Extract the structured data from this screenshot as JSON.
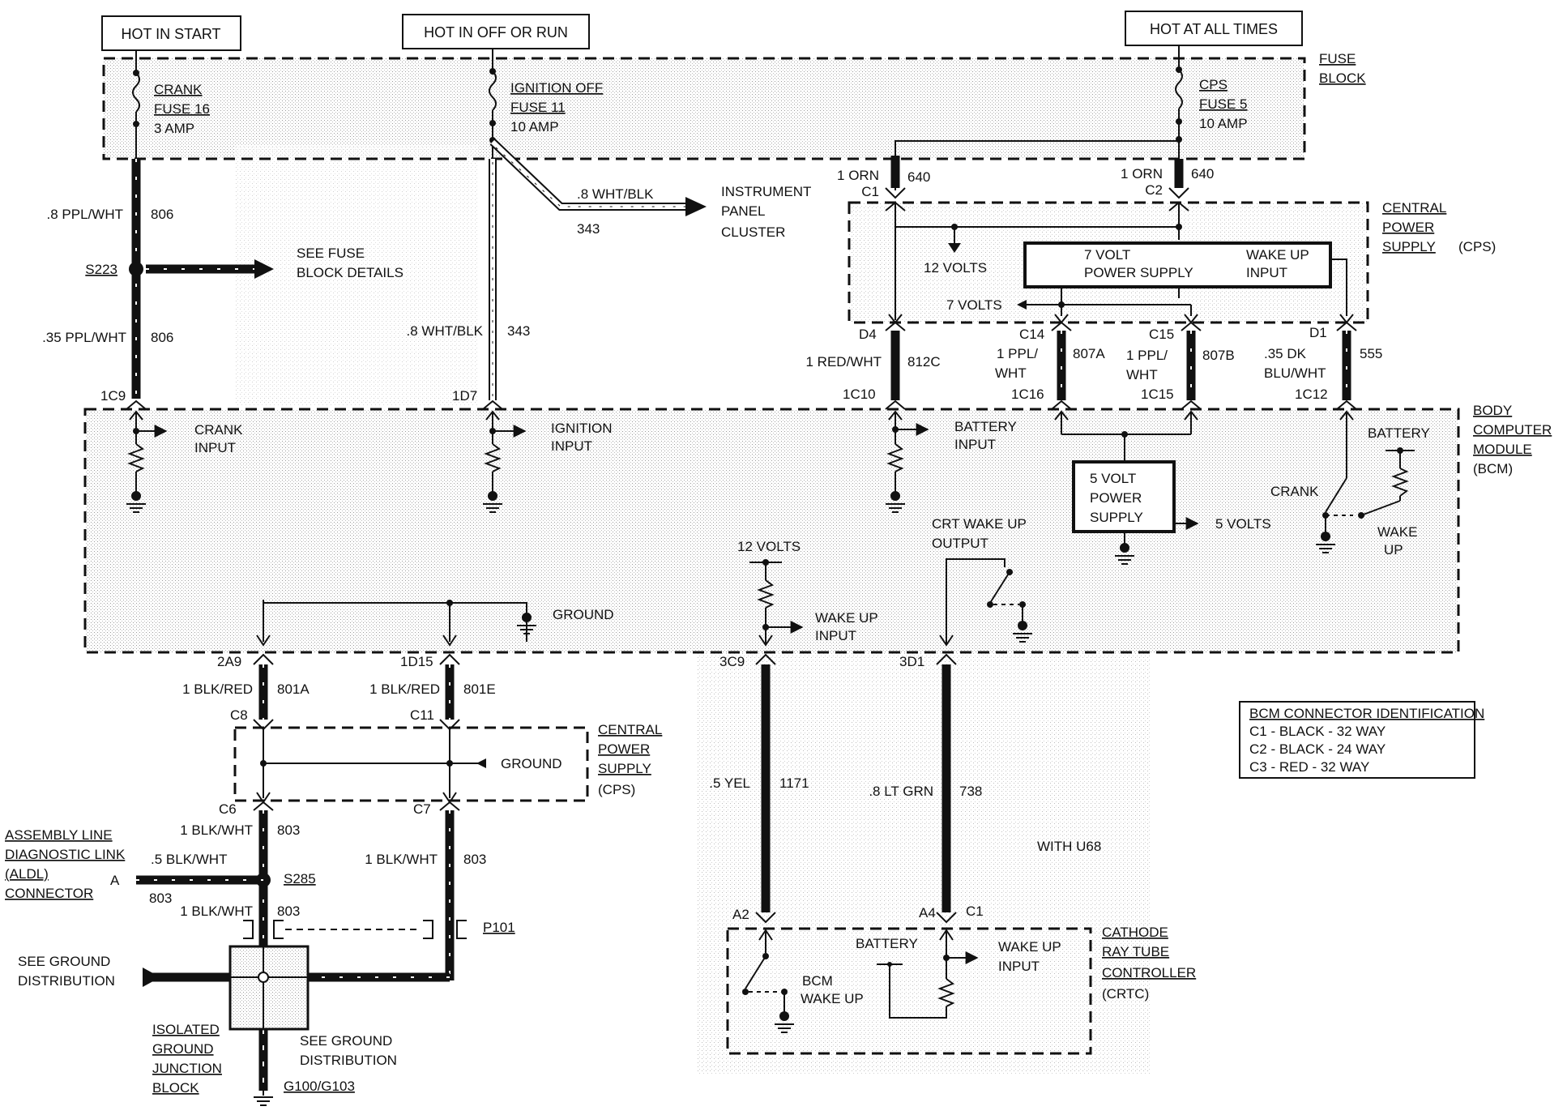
{
  "headers": {
    "hot_in_start": "HOT IN START",
    "hot_in_off_run": "HOT IN OFF OR RUN",
    "hot_at_all_times": "HOT AT ALL TIMES"
  },
  "fuse_block": {
    "title_1": "FUSE",
    "title_2": "BLOCK",
    "crank_1": "CRANK",
    "crank_2": "FUSE 16",
    "crank_3": "3 AMP",
    "ign_1": "IGNITION OFF",
    "ign_2": "FUSE 11",
    "ign_3": "10 AMP",
    "cps_1": "CPS",
    "cps_2": "FUSE 5",
    "cps_3": "10 AMP"
  },
  "wires": {
    "w806a_color": ".8 PPL/WHT",
    "w806a_num": "806",
    "s223": "S223",
    "see_fuse_1": "SEE FUSE",
    "see_fuse_2": "BLOCK DETAILS",
    "w806b_color": ".35 PPL/WHT",
    "w806b_num": "806",
    "c1c9": "1C9",
    "w343a_color": ".8 WHT/BLK",
    "w343a_num": "343",
    "ipc_1": "INSTRUMENT",
    "ipc_2": "PANEL",
    "ipc_3": "CLUSTER",
    "w343b_color": ".8 WHT/BLK",
    "w343b_num": "343",
    "c1d7": "1D7",
    "w640a_color": "1 ORN",
    "w640a_num": "640",
    "c_c1": "C1",
    "w640b_color": "1 ORN",
    "w640b_num": "640",
    "c_c2": "C2",
    "d4": "D4",
    "w812c_color": "1 RED/WHT",
    "w812c_num": "812C",
    "c1c10": "1C10",
    "c14": "C14",
    "w807a_color_1": "1 PPL/",
    "w807a_color_2": "WHT",
    "w807a_num": "807A",
    "c1c16": "1C16",
    "c15": "C15",
    "w807b_color_1": "1 PPL/",
    "w807b_color_2": "WHT",
    "w807b_num": "807B",
    "c1c15": "1C15",
    "d1": "D1",
    "w555_color_1": ".35  DK",
    "w555_color_2": "BLU/WHT",
    "w555_num": "555",
    "c1c12": "1C12"
  },
  "cps_top": {
    "title_1": "CENTRAL",
    "title_2": "POWER",
    "title_3": "SUPPLY",
    "title_4": "(CPS)",
    "v12": "12 VOLTS",
    "v7": "7 VOLTS",
    "ps_1": "7 VOLT",
    "ps_2": "POWER SUPPLY",
    "wake_1": "WAKE UP",
    "wake_2": "INPUT"
  },
  "bcm": {
    "title_1": "BODY",
    "title_2": "COMPUTER",
    "title_3": "MODULE",
    "title_4": "(BCM)",
    "crank_in_1": "CRANK",
    "crank_in_2": "INPUT",
    "ign_in_1": "IGNITION",
    "ign_in_2": "INPUT",
    "bat_in_1": "BATTERY",
    "bat_in_2": "INPUT",
    "ps5_1": "5 VOLT",
    "ps5_2": "POWER",
    "ps5_3": "SUPPLY",
    "v5": "5 VOLTS",
    "battery": "BATTERY",
    "crank": "CRANK",
    "wake_1": "WAKE",
    "wake_2": "UP",
    "v12": "12 VOLTS",
    "wake_in_1": "WAKE UP",
    "wake_in_2": "INPUT",
    "crt_1": "CRT WAKE UP",
    "crt_2": "OUTPUT",
    "ground": "GROUND"
  },
  "lower": {
    "c2a9": "2A9",
    "w801a_color": "1 BLK/RED",
    "w801a_num": "801A",
    "c8": "C8",
    "c1d15": "1D15",
    "w801e_color": "1 BLK/RED",
    "w801e_num": "801E",
    "c11": "C11",
    "cps_1": "CENTRAL",
    "cps_2": "POWER",
    "cps_3": "SUPPLY",
    "cps_4": "(CPS)",
    "ground": "GROUND",
    "c6": "C6",
    "c7": "C7",
    "w803a_color": "1 BLK/WHT",
    "w803a_num": "803",
    "aldl_1": "ASSEMBLY LINE",
    "aldl_2": "DIAGNOSTIC LINK",
    "aldl_3": "(ALDL)",
    "aldl_4": "CONNECTOR",
    "aldl_pin": "A",
    "w803b_color": ".5 BLK/WHT",
    "w803b_num": "803",
    "s285": "S285",
    "w803c_color": "1 BLK/WHT",
    "w803c_num": "803",
    "w803d_color": "1 BLK/WHT",
    "w803d_num": "803",
    "p101": "P101",
    "see_gnd_1": "SEE GROUND",
    "see_gnd_2": "DISTRIBUTION",
    "isolated_1": "ISOLATED",
    "isolated_2": "GROUND",
    "isolated_3": "JUNCTION",
    "isolated_4": "BLOCK",
    "see_gnd_b1": "SEE GROUND",
    "see_gnd_b2": "DISTRIBUTION",
    "g100": "G100/G103",
    "c3c9": "3C9",
    "w1171_color": ".5 YEL",
    "w1171_num": "1171",
    "c3d1": "3D1",
    "w738_color": ".8 LT GRN",
    "w738_num": "738",
    "with_u68": "WITH U68",
    "a2": "A2",
    "a4": "A4",
    "c1": "C1",
    "crtc_1": "CATHODE",
    "crtc_2": "RAY TUBE",
    "crtc_3": "CONTROLLER",
    "crtc_4": "(CRTC)",
    "battery": "BATTERY",
    "wake_in_1": "WAKE UP",
    "wake_in_2": "INPUT",
    "bcm_wake_1": "BCM",
    "bcm_wake_2": "WAKE UP"
  },
  "connector_id": {
    "title": "BCM CONNECTOR IDENTIFICATION",
    "line1": "C1 - BLACK - 32 WAY",
    "line2": "C2 - BLACK - 24 WAY",
    "line3": "C3 - RED - 32 WAY"
  }
}
